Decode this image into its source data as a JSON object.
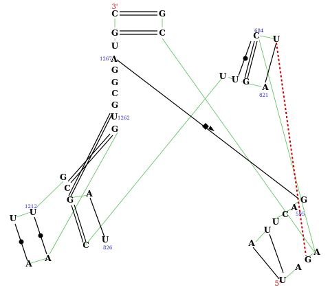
{
  "diagram": {
    "strand_ends": [
      {
        "id": "e3",
        "label": "3'"
      },
      {
        "id": "e5",
        "label": "5'"
      }
    ],
    "nucleotides": [
      {
        "id": "n1",
        "base": "C"
      },
      {
        "id": "n2",
        "base": "G"
      },
      {
        "id": "n3",
        "base": "G"
      },
      {
        "id": "n4",
        "base": "C"
      },
      {
        "id": "n5",
        "base": "U"
      },
      {
        "id": "n6",
        "base": "A"
      },
      {
        "id": "n7",
        "base": "G"
      },
      {
        "id": "n8",
        "base": "G"
      },
      {
        "id": "n9",
        "base": "C"
      },
      {
        "id": "n10",
        "base": "G"
      },
      {
        "id": "n11",
        "base": "U"
      },
      {
        "id": "n12",
        "base": "G"
      },
      {
        "id": "n13",
        "base": "C"
      },
      {
        "id": "n14",
        "base": "U"
      },
      {
        "id": "n15",
        "base": "U"
      },
      {
        "id": "n16",
        "base": "U"
      },
      {
        "id": "n17",
        "base": "G"
      },
      {
        "id": "n18",
        "base": "A"
      },
      {
        "id": "n19",
        "base": "G"
      },
      {
        "id": "n20",
        "base": "C"
      },
      {
        "id": "n21",
        "base": "G"
      },
      {
        "id": "n22",
        "base": "A"
      },
      {
        "id": "n23",
        "base": "U"
      },
      {
        "id": "n24",
        "base": "U"
      },
      {
        "id": "n25",
        "base": "A"
      },
      {
        "id": "n26",
        "base": "A"
      },
      {
        "id": "n27",
        "base": "C"
      },
      {
        "id": "n28",
        "base": "U"
      },
      {
        "id": "n29",
        "base": "G"
      },
      {
        "id": "n30",
        "base": "A"
      },
      {
        "id": "n31",
        "base": "C"
      },
      {
        "id": "n32",
        "base": "U"
      },
      {
        "id": "n33",
        "base": "U"
      },
      {
        "id": "n34",
        "base": "A"
      },
      {
        "id": "n35",
        "base": "A"
      },
      {
        "id": "n36",
        "base": "G"
      },
      {
        "id": "n37",
        "base": "A"
      },
      {
        "id": "n38",
        "base": "U"
      }
    ],
    "residue_numbers": [
      {
        "id": "r1",
        "label": "1267"
      },
      {
        "id": "r2",
        "label": "1262"
      },
      {
        "id": "r3",
        "label": "1212"
      },
      {
        "id": "r4",
        "label": "826"
      },
      {
        "id": "r5",
        "label": "684"
      },
      {
        "id": "r6",
        "label": "821"
      },
      {
        "id": "r7",
        "label": "595"
      }
    ]
  }
}
